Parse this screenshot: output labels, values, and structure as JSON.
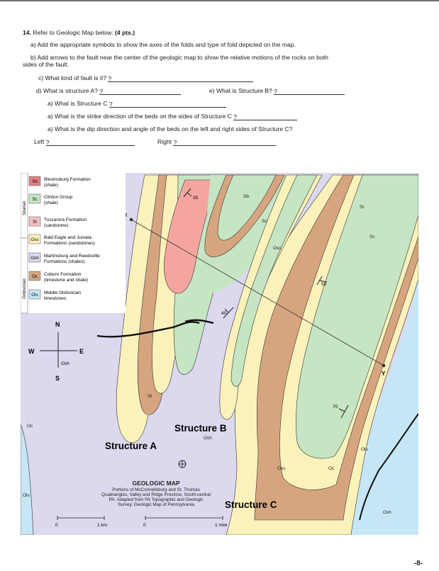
{
  "question": {
    "header_num": "14.",
    "header_text": "Refer to Geologic Map below:",
    "header_pts": "(4 pts.)",
    "a": "a)  Add the appropriate symbols to show the axes of the folds and type of fold depicted on the map.",
    "b1": "b)  Add arrows to the fault near the center of the geologic map to show the relative motions of the rocks on both",
    "b2": "sides of the fault.",
    "c": "c)  What kind of fault is it?",
    "d": "d)  What is structure A?",
    "e": "e) What is Structure B?",
    "f": "a)     What is Structure C",
    "g": "a)     What is the strike direction of the beds on the sides of Structure C",
    "h": "a)     What is the dip direction and angle of the beds on the left and right sides of Structure C?",
    "left_label": "Left",
    "right_label": "Right",
    "answer_mark": "?"
  },
  "legend": {
    "system_silurian": "Silurian",
    "system_ordovician": "Ordovician",
    "units": [
      {
        "code": "Sb",
        "name": "Bloomsburg Formation",
        "desc": "(shale)",
        "color": "#e08080"
      },
      {
        "code": "Sc",
        "name": "Clinton Group",
        "desc": "(shale)",
        "color": "#c6e5c3"
      },
      {
        "code": "St",
        "name": "Tuscarora Formation",
        "desc": "(sandstone)",
        "color": "#f5c0c0"
      },
      {
        "code": "Oss",
        "name": "Bald Eagle and Juniata",
        "desc": "Formations (sandstones)",
        "color": "#fbf2bb"
      },
      {
        "code": "Osh",
        "name": "Martinsburg and Reedsville",
        "desc": "Formations (shales)",
        "color": "#dcd8ee"
      },
      {
        "code": "Oc",
        "name": "Coburn Formation",
        "desc": "(limestone and shale)",
        "color": "#d6a57f"
      },
      {
        "code": "Ols",
        "name": "Middle Ordovician",
        "desc": "limestones",
        "color": "#c6e6f6"
      }
    ]
  },
  "compass": {
    "n": "N",
    "s": "S",
    "e": "E",
    "w": "W",
    "center": "Osh"
  },
  "map_labels": {
    "structure_a": "Structure A",
    "structure_b": "Structure B",
    "structure_c": "Structure C",
    "x": "X",
    "y": "Y",
    "dip_35": "35",
    "dip_40": "40",
    "dip_50": "50",
    "dip_70": "70",
    "sb": "Sb",
    "sc1": "Sc",
    "sc2": "Sc",
    "st1": "St",
    "st2": "St",
    "st3": "St",
    "oss1": "Oss",
    "oss2": "Oss",
    "oc1": "Oc",
    "oc2": "Oc",
    "ols1": "Ols",
    "ols2": "Ols",
    "osh1": "Osh",
    "osh2": "Osh"
  },
  "caption": {
    "title": "GEOLOGIC MAP",
    "l1": "Portions of McConnellsburg and St. Thomas",
    "l2": "Quadrangles, Valley and Ridge Province, South-central",
    "l3": "PA. Adapted from PA Topographic and Geologic",
    "l4": "Survey, Geologic Map of Pennsylvania"
  },
  "scale": {
    "zero1": "0",
    "km": "1 km",
    "zero2": "0",
    "mile": "1 mile"
  },
  "page_number": "-8-"
}
